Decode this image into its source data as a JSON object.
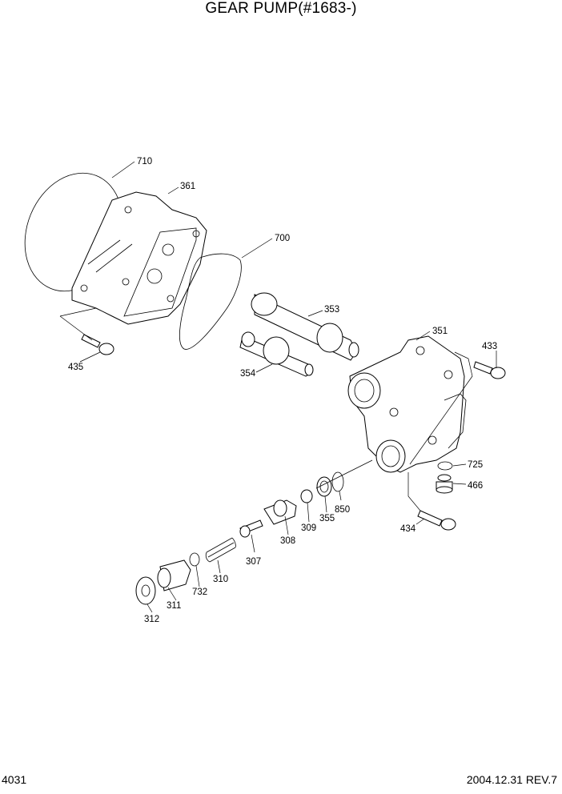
{
  "title": "GEAR PUMP(#1683-)",
  "footer": {
    "page_number": "4031",
    "date_rev": "2004.12.31  REV.7"
  },
  "labels": {
    "l710": "710",
    "l361": "361",
    "l700": "700",
    "l435": "435",
    "l353": "353",
    "l354": "354",
    "l351": "351",
    "l433": "433",
    "l725": "725",
    "l466": "466",
    "l850": "850",
    "l355": "355",
    "l309": "309",
    "l308": "308",
    "l307": "307",
    "l434": "434",
    "l310": "310",
    "l732": "732",
    "l311": "311",
    "l312": "312"
  }
}
